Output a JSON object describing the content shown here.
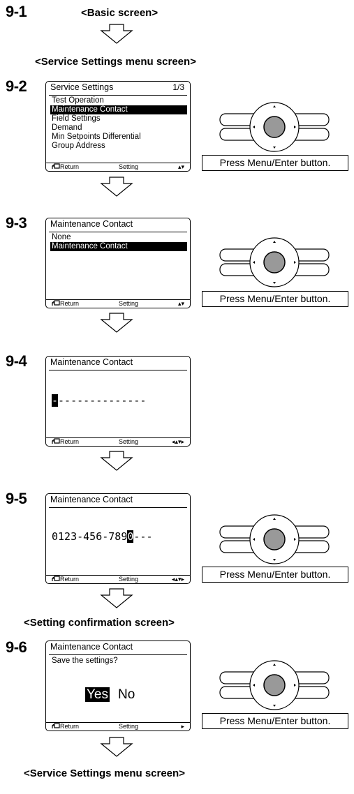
{
  "steps": {
    "s1": "9-1",
    "s2": "9-2",
    "s3": "9-3",
    "s4": "9-4",
    "s5": "9-5",
    "s6": "9-6"
  },
  "headings": {
    "basic": "<Basic screen>",
    "service_menu_1": "<Service Settings menu screen>",
    "confirmation": "<Setting confirmation screen>",
    "service_menu_2": "<Service Settings menu screen>"
  },
  "press_label": "Press Menu/Enter button.",
  "footer": {
    "return_label": "Return",
    "setting_label": "Setting"
  },
  "screen_9_2": {
    "title": "Service Settings",
    "page": "1/3",
    "items": [
      {
        "label": "Test Operation",
        "selected": false
      },
      {
        "label": "Maintenance Contact",
        "selected": true
      },
      {
        "label": "Field Settings",
        "selected": false
      },
      {
        "label": "Demand",
        "selected": false
      },
      {
        "label": "Min Setpoints Differential",
        "selected": false
      },
      {
        "label": "Group Address",
        "selected": false
      }
    ],
    "nav": "updown"
  },
  "screen_9_3": {
    "title": "Maintenance Contact",
    "items": [
      {
        "label": "None",
        "selected": false
      },
      {
        "label": "Maintenance Contact",
        "selected": true
      }
    ],
    "nav": "updown"
  },
  "screen_9_4": {
    "title": "Maintenance Contact",
    "cursor_char": "-",
    "entry_rest": "--------------",
    "nav": "fourway"
  },
  "screen_9_5": {
    "title": "Maintenance Contact",
    "entry_before": "0123-456-789",
    "cursor_char": "0",
    "entry_after": "---",
    "nav": "fourway"
  },
  "screen_9_6": {
    "title": "Maintenance Contact",
    "prompt": "Save the settings?",
    "yes_label": "Yes",
    "no_label": "No",
    "nav": "right"
  },
  "icons": {
    "arrow": "down-arrow-icon",
    "return": "return-icon",
    "dial": "menu-enter-dial-icon"
  }
}
